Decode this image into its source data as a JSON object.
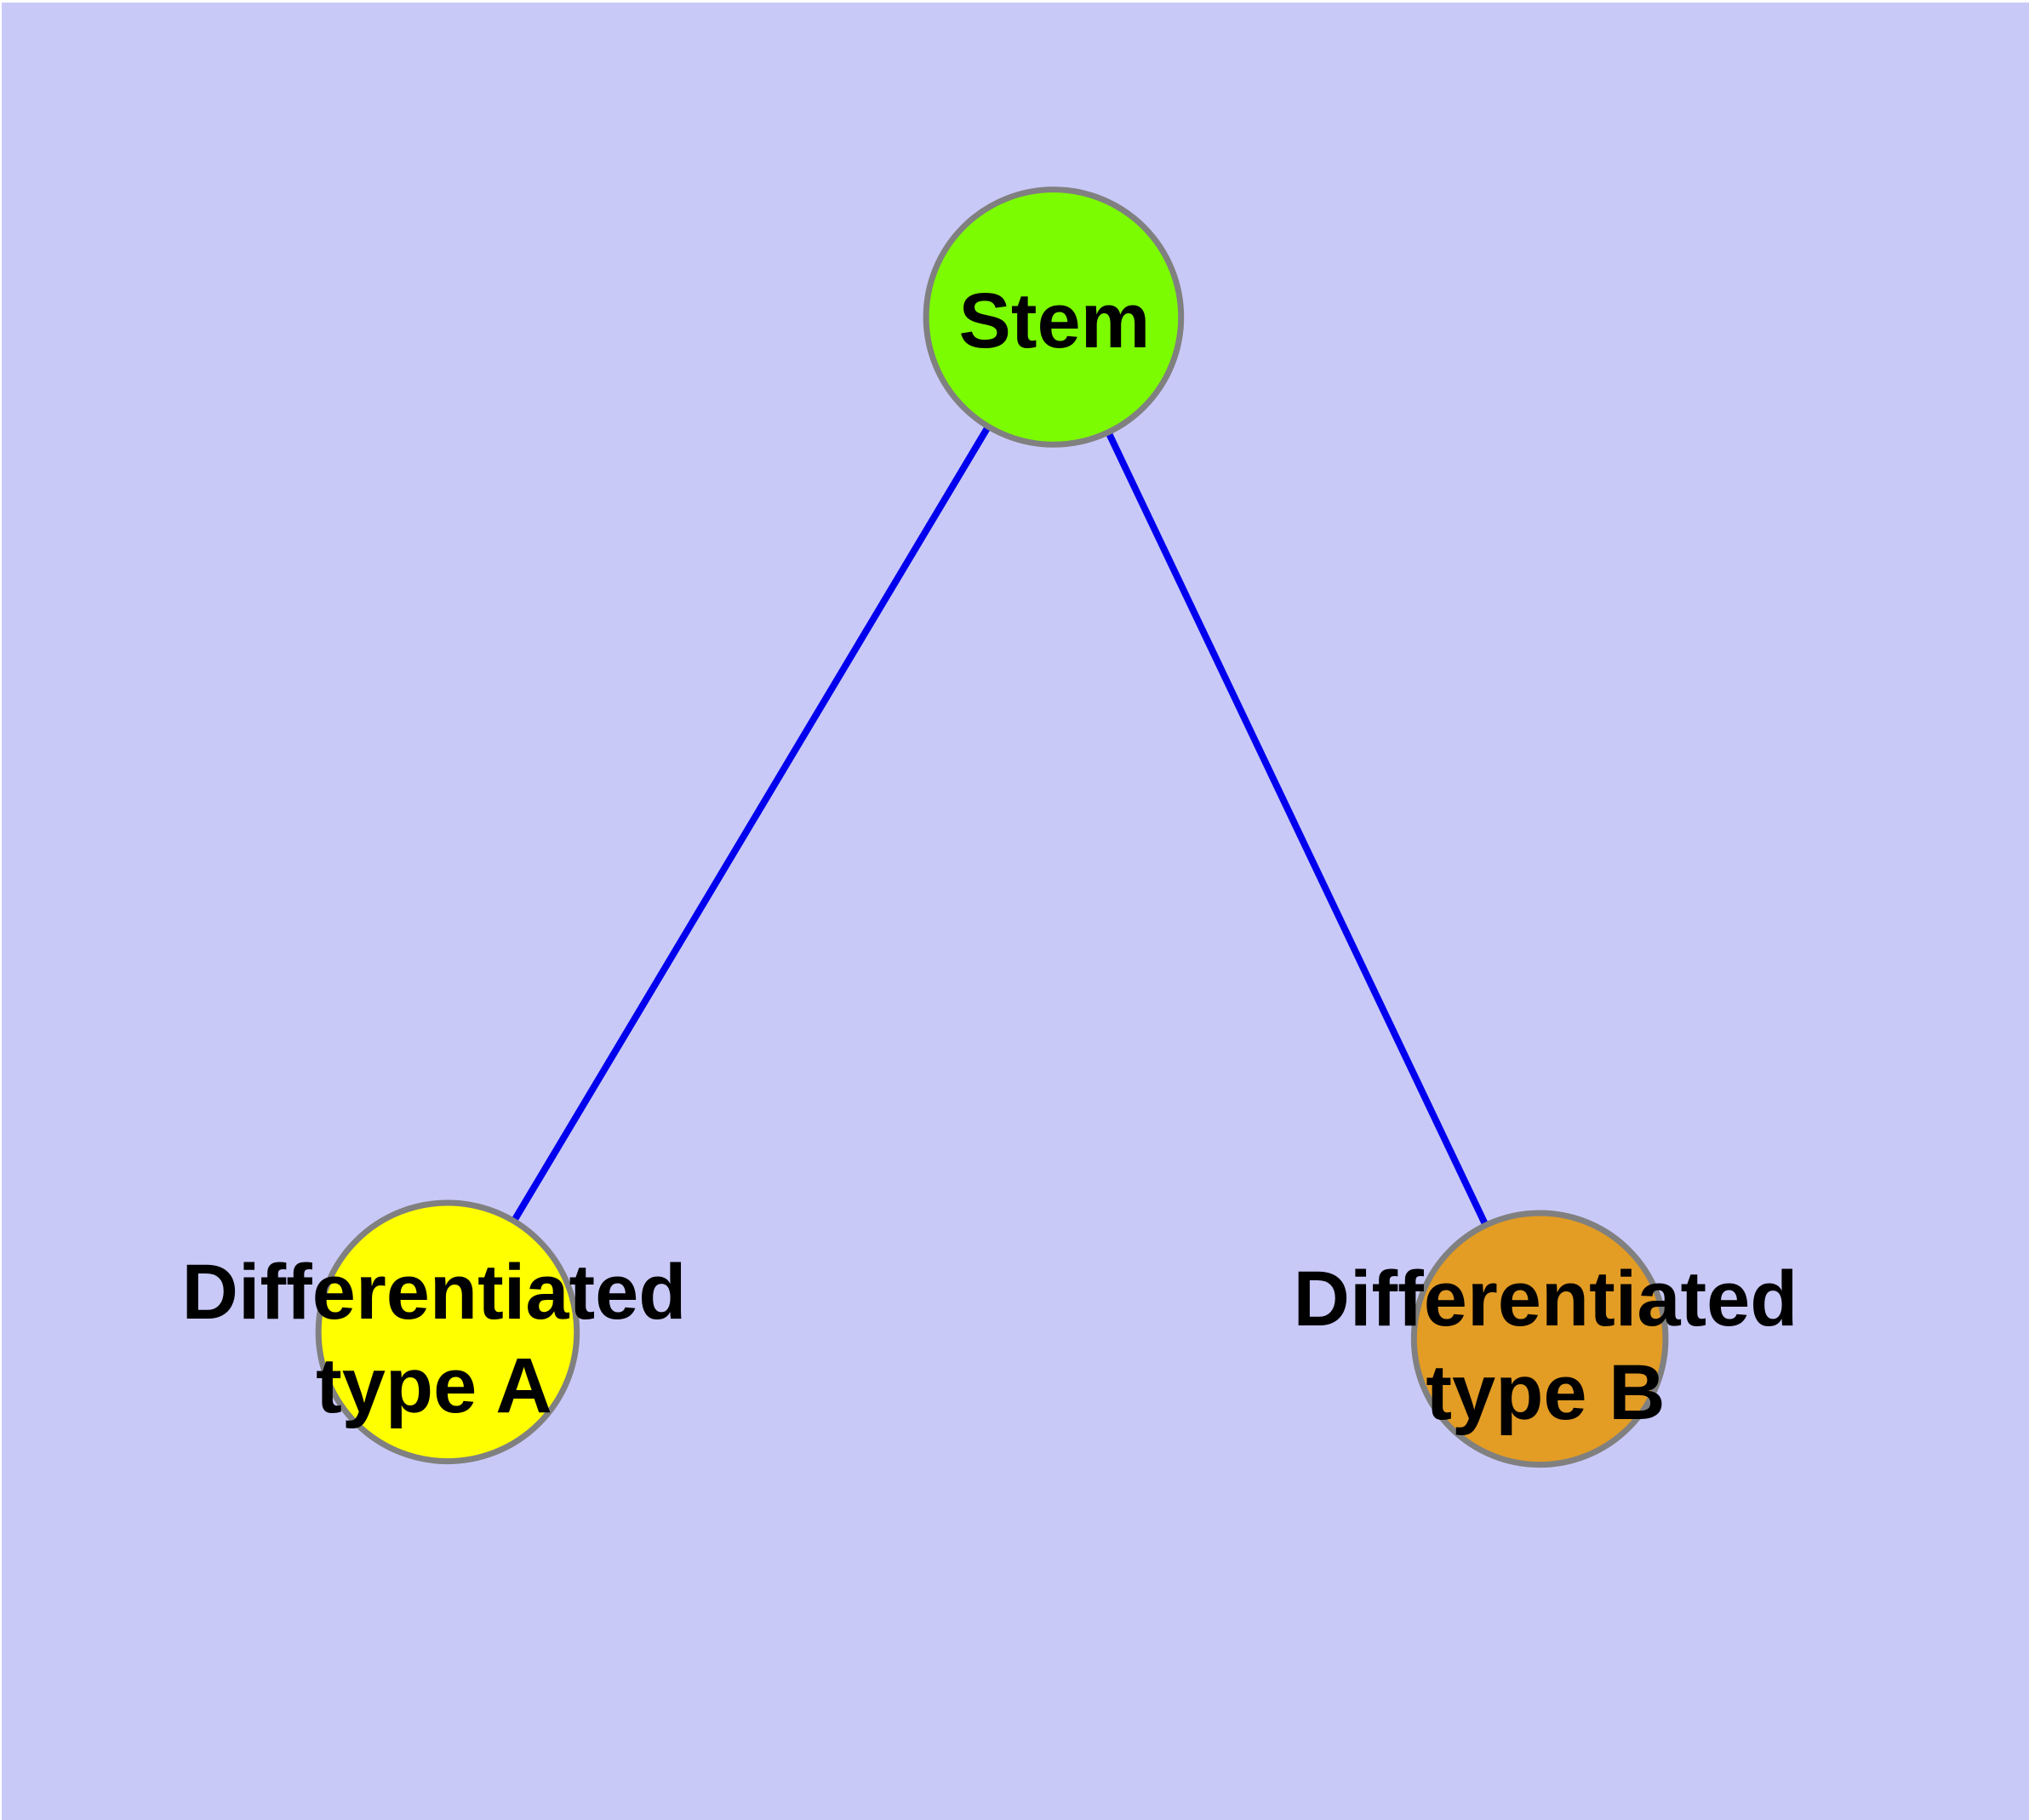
{
  "diagram": {
    "type": "node-link-graph",
    "background_color": "#C9C9F8",
    "edge_color": "#0000EE",
    "node_border_color": "#808080",
    "label_color": "#000000",
    "nodes": [
      {
        "id": "stem",
        "label": "Stem",
        "lines": [
          "Stem"
        ],
        "color": "#7CFC00"
      },
      {
        "id": "differentiated-type-a",
        "label": "Differentiated type A",
        "lines": [
          "Differentiated",
          "type A"
        ],
        "color": "#FFFF00"
      },
      {
        "id": "differentiated-type-b",
        "label": "Differentiated type B",
        "lines": [
          "Differentiated",
          "type B"
        ],
        "color": "#E39C24"
      }
    ],
    "edges": [
      {
        "from": "Stem",
        "to": "Differentiated type A"
      },
      {
        "from": "Stem",
        "to": "Differentiated type B"
      }
    ]
  }
}
